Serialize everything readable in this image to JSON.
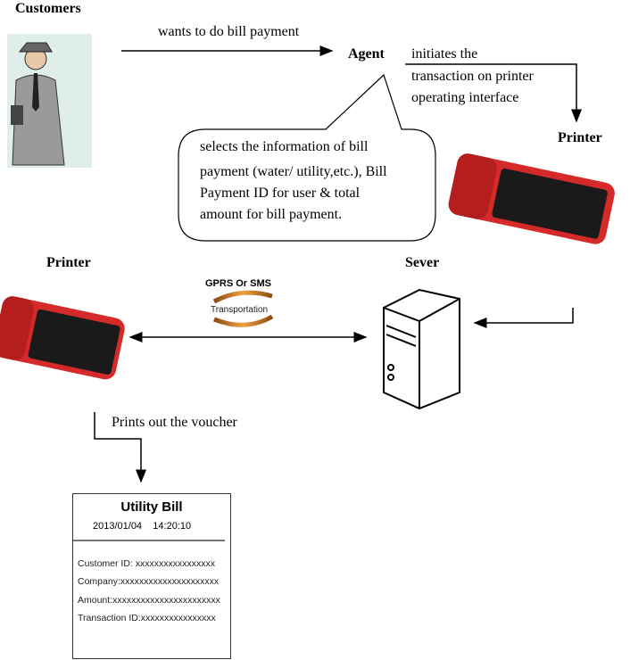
{
  "labels": {
    "customers": "Customers",
    "agent": "Agent",
    "printer_right": "Printer",
    "printer_left": "Printer",
    "server": "Sever"
  },
  "edges": {
    "customer_to_agent": "wants to do bill payment",
    "agent_to_printer": [
      "initiates the",
      "transaction on printer",
      "operating interface"
    ],
    "printer_to_voucher": "Prints out the voucher"
  },
  "callout": [
    "selects the information of bill",
    "payment (water/ utility,etc.), Bill",
    "Payment ID for user & total",
    "amount for bill payment."
  ],
  "transport": {
    "top": "GPRS Or SMS",
    "bottom": "Transportation"
  },
  "voucher": {
    "title": "Utility Bill",
    "date": "2013/01/04    14:20:10",
    "rows": [
      "Customer ID: xxxxxxxxxxxxxxxxx",
      "Company:xxxxxxxxxxxxxxxxxxxxx",
      "Amount:xxxxxxxxxxxxxxxxxxxxxxx",
      "Transaction ID:xxxxxxxxxxxxxxxx"
    ]
  },
  "colors": {
    "printer_body": "#d42a2a",
    "printer_screen": "#1a1a1a",
    "transport_arrow": "#d98a2a"
  }
}
